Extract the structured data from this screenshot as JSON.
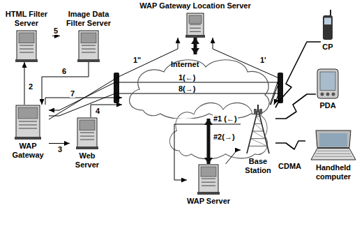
{
  "diagram": {
    "nodes": [
      {
        "text": [
          "WAP Gateway Location Server"
        ]
      },
      {
        "text": [
          "HTML Filter Server"
        ]
      },
      {
        "text": [
          "Image Data Filter Server"
        ]
      },
      {
        "text": [
          "Internet"
        ]
      },
      {
        "text": [
          "WAP Gateway"
        ]
      },
      {
        "text": [
          "Web Server"
        ]
      },
      {
        "text": [
          "WAP Server"
        ]
      },
      {
        "text": [
          "Base Station"
        ]
      },
      {
        "text": [
          "CP"
        ]
      },
      {
        "text": [
          "PDA"
        ]
      },
      {
        "text": [
          "Handheld computer"
        ]
      }
    ],
    "edges": [
      {
        "from": 4,
        "to": 0,
        "label": "1\"",
        "arrow": "to"
      },
      {
        "from": 7,
        "to": 0,
        "label": "1'",
        "arrow": "to"
      },
      {
        "from": 4,
        "to": 1,
        "label": "2",
        "arrow": "to"
      },
      {
        "from": 4,
        "to": 5,
        "label": "3",
        "arrow": "to"
      },
      {
        "from": 5,
        "to": 3,
        "label": "4",
        "arrow": "to"
      },
      {
        "from": 1,
        "to": 2,
        "label": "5",
        "arrow": "to"
      },
      {
        "from": 2,
        "to": 4,
        "label": "6",
        "arrow": "to"
      },
      {
        "from": 4,
        "to": 3,
        "label": "7",
        "arrow": "to"
      },
      {
        "from": 7,
        "to": 4,
        "label": "1(←)",
        "arrow": "to"
      },
      {
        "from": 4,
        "to": 7,
        "label": "8(→)",
        "arrow": "to"
      },
      {
        "from": 7,
        "to": 6,
        "label": "#1 (←)",
        "arrow": "to"
      },
      {
        "from": 6,
        "to": 7,
        "label": "#2(→)",
        "arrow": "to"
      },
      {
        "from": 0,
        "to": 3,
        "arrow": "both"
      },
      {
        "from": 6,
        "to": 3,
        "arrow": "both"
      },
      {
        "from": 7,
        "to": 8,
        "arrow": "none"
      },
      {
        "from": 7,
        "to": 9,
        "arrow": "none"
      },
      {
        "from": 7,
        "to": 10,
        "arrow": "none"
      }
    ],
    "labels": [
      "CDMA"
    ]
  }
}
